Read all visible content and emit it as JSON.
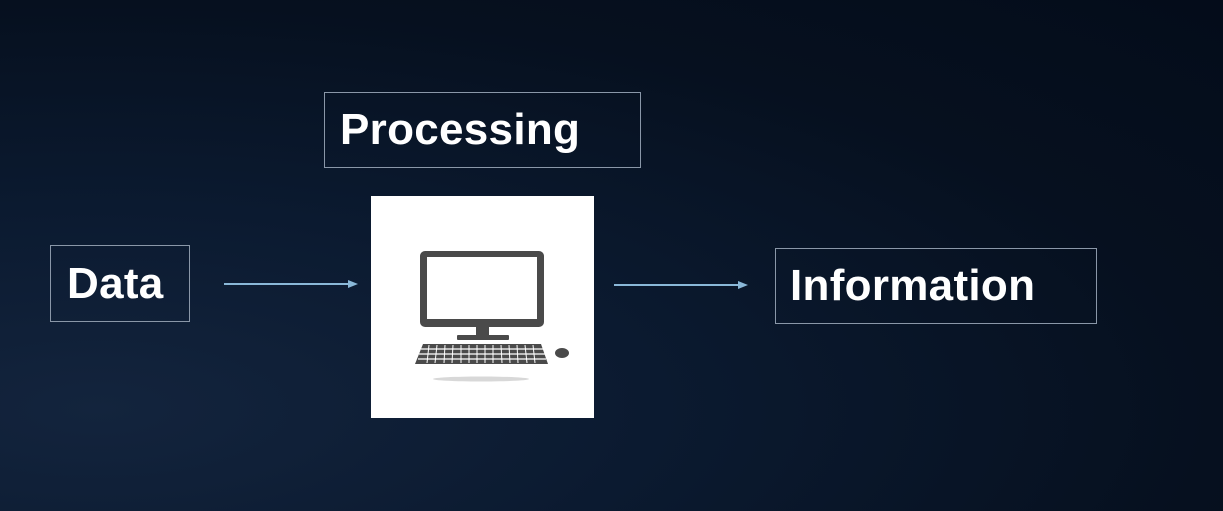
{
  "diagram": {
    "nodes": {
      "data": {
        "label": "Data"
      },
      "processing": {
        "label": "Processing",
        "icon": "computer-icon"
      },
      "information": {
        "label": "Information"
      }
    },
    "edges": [
      {
        "from": "data",
        "to": "processing"
      },
      {
        "from": "processing",
        "to": "information"
      }
    ]
  },
  "colors": {
    "background": "#06101f",
    "box_border": "#8a97a8",
    "text": "#ffffff",
    "arrow": "#8ab8d8",
    "icon": "#4a4a4a",
    "card": "#ffffff"
  }
}
